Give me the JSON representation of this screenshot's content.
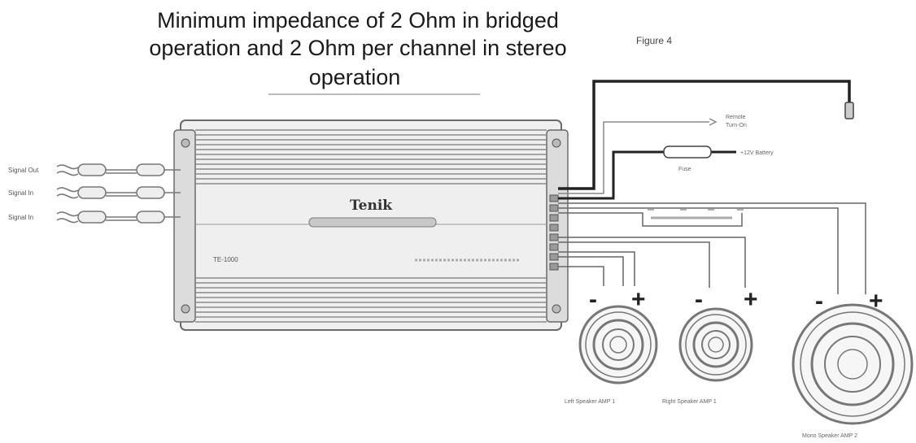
{
  "title": {
    "line1": "Minimum impedance of 2 Ohm in bridged",
    "line2": "operation and 2 Ohm per channel in stereo",
    "line3": "operation"
  },
  "figure_label": "Figure 4",
  "amplifier": {
    "brand": "Tenik",
    "model": "TE-1000"
  },
  "inputs": {
    "signal_out": "Signal Out",
    "signal_in_1": "Signal In",
    "signal_in_2": "Signal In"
  },
  "power": {
    "remote_line1": "Remote",
    "remote_line2": "Turn-On",
    "battery": "+12V Battery",
    "fuse": "Fuse"
  },
  "speakers": {
    "left": {
      "label": "Left Speaker AMP 1",
      "minus": "-",
      "plus": "+"
    },
    "right": {
      "label": "Right Speaker AMP 1",
      "minus": "-",
      "plus": "+"
    },
    "mono": {
      "label": "Mono Speaker AMP 2",
      "minus": "-",
      "plus": "+"
    }
  },
  "colors": {
    "line": "#555555",
    "dark_line": "#222222",
    "amp_fill": "#e4e4e4",
    "fin": "#8a8a8a"
  }
}
